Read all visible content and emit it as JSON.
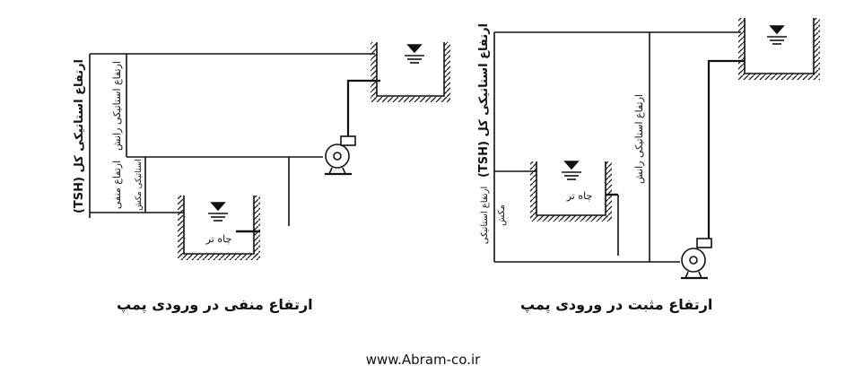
{
  "left_diagram": {
    "caption": "ارتفاع منفی در ورودی پمپ",
    "label_total": "ارتفاع استاتیکی کل   (TSH)",
    "label_discharge": "ارتفاع استاتیکی رانش",
    "label_suction_negative": "ارتفاع منفی",
    "label_suction_static": "استاتیکی مکش",
    "well_label": "چاه تر"
  },
  "right_diagram": {
    "caption": "ارتفاع مثبت در ورودی پمپ",
    "label_total": "ارتفاع استاتیکی کل   (TSH)",
    "label_discharge": "ارتفاع استاتیکی رانش",
    "label_suction": "ارتفاع استاتیکی",
    "label_suction_2": "مکش",
    "well_label": "چاه تر"
  },
  "footer": {
    "website": "www.Abram-co.ir"
  }
}
